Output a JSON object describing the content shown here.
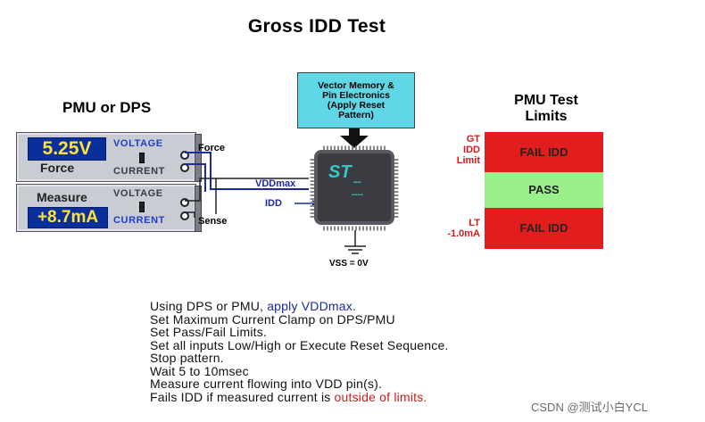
{
  "title": "Gross IDD Test",
  "pmu": {
    "title": "PMU or DPS",
    "force_panel": {
      "display": "5.25V",
      "label": "Force",
      "mode_voltage": "VOLTAGE",
      "mode_current": "CURRENT"
    },
    "measure_panel": {
      "display": "+8.7mA",
      "label": "Measure",
      "mode_voltage": "VOLTAGE",
      "mode_current": "CURRENT"
    },
    "force_wire": "Force",
    "sense_wire": "Sense"
  },
  "signals": {
    "vdd": "VDDmax",
    "idd": "IDD"
  },
  "vector_memory": {
    "lines": [
      "Vector Memory &",
      "Pin Electronics",
      "(Apply Reset",
      "Pattern)"
    ]
  },
  "chip": {
    "logo": "ST"
  },
  "vss": "VSS = 0V",
  "limits": {
    "title_line1": "PMU Test",
    "title_line2": "Limits",
    "gt_lines": [
      "GT",
      "IDD",
      "Limit"
    ],
    "lt_lines": [
      "LT",
      "-1.0mA"
    ],
    "fail_top": "FAIL IDD",
    "pass": "PASS",
    "fail_bottom": "FAIL IDD"
  },
  "steps": {
    "s1_pre": "Using DPS or PMU, ",
    "s1_hl": "apply VDDmax.",
    "s2": "Set Maximum Current Clamp on DPS/PMU",
    "s3": "Set Pass/Fail Limits.",
    "s4": "Set all inputs Low/High or Execute Reset Sequence.",
    "s5": "Stop pattern.",
    "s6": "Wait 5 to 10msec",
    "s7": "Measure current flowing into VDD pin(s).",
    "s8_pre": "Fails IDD if measured current is ",
    "s8_hl": "outside of limits."
  },
  "watermark": "CSDN @测试小白YCL",
  "colors": {
    "lcd_bg": "#0b2f9a",
    "lcd_text": "#ffe23a",
    "fail": "#e21d1d",
    "pass": "#9cf08c",
    "vector_box": "#5fd7e6",
    "wire": "#1c2aa0"
  }
}
